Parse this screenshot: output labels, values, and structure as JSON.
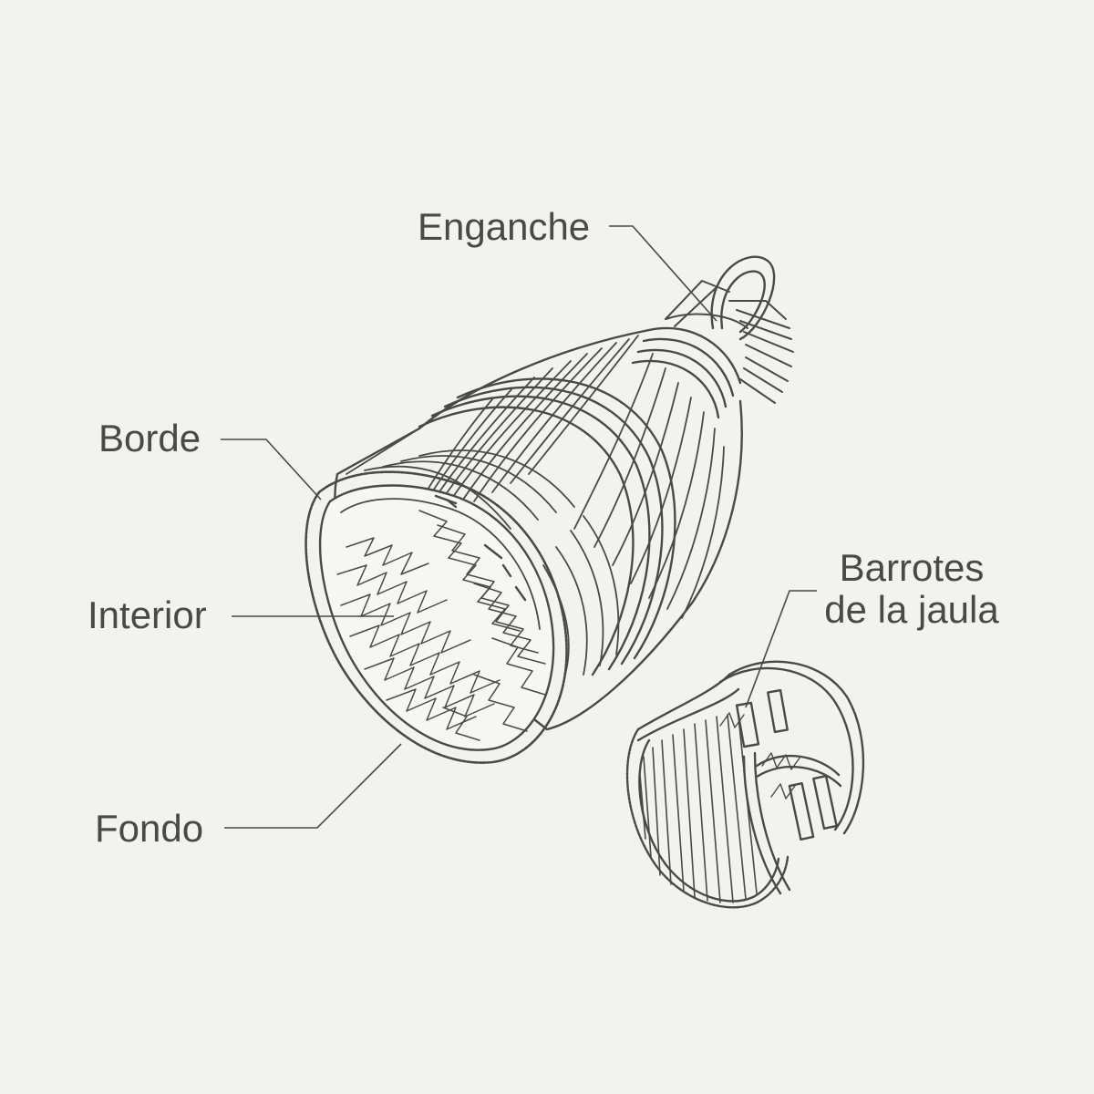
{
  "colors": {
    "background": "#f3f2ee",
    "ink": "#4a4a45",
    "fill": "#f7f6f2"
  },
  "labels": {
    "enganche": "Enganche",
    "borde": "Borde",
    "interior": "Interior",
    "fondo": "Fondo",
    "barrotes_line1": "Barrotes",
    "barrotes_line2": "de la jaula"
  }
}
